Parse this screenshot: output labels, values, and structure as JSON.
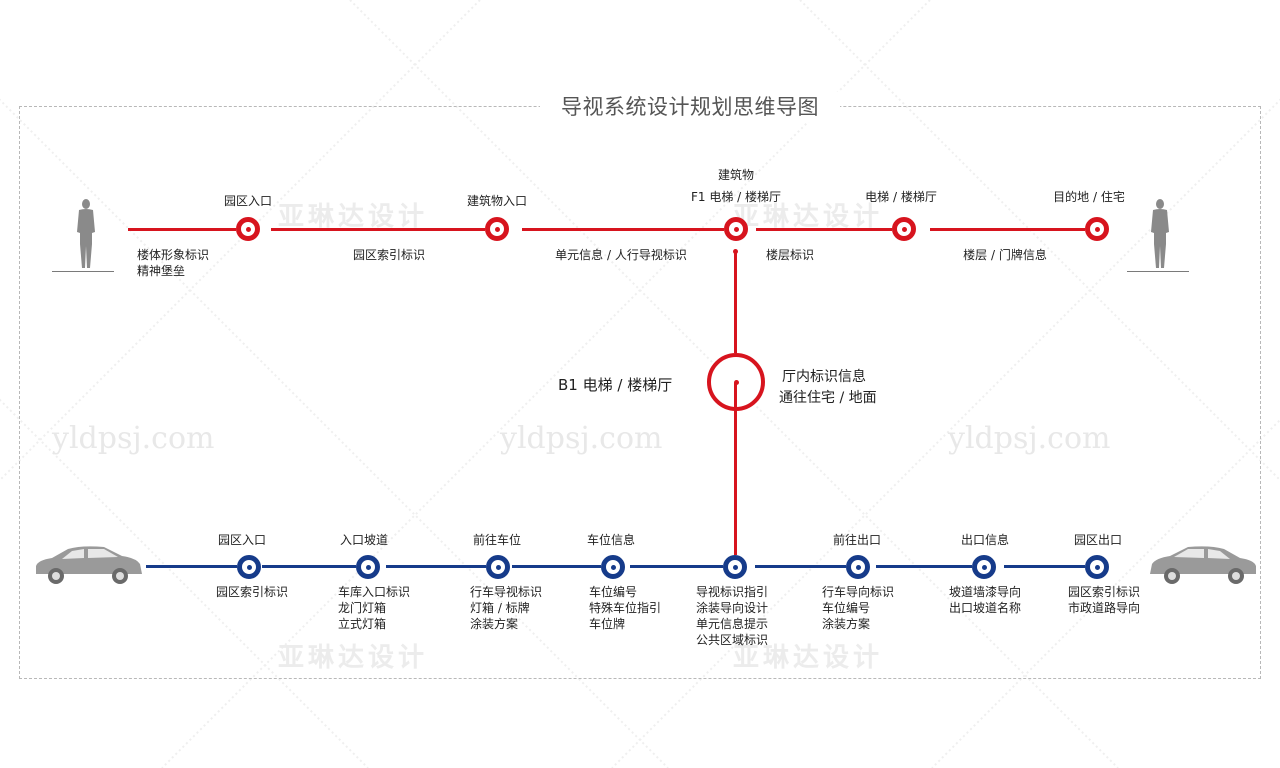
{
  "title": "导视系统设计规划思维导图",
  "colors": {
    "pedestrian_line": "#d7141e",
    "vehicle_line": "#163b8a",
    "text": "#222222",
    "frame": "#b8b8b8"
  },
  "watermarks": {
    "cn": [
      "亚琳达设计",
      "亚琳达设计",
      "亚琳达设计",
      "亚琳达设计"
    ],
    "en": [
      "yldpsj.com",
      "yldpsj.com",
      "yldpsj.com"
    ]
  },
  "pedestrian_flow": {
    "start_icon": "person-icon",
    "end_icon": "person-icon",
    "start_note": [
      "楼体形象标识",
      "精神堡垒"
    ],
    "nodes": [
      {
        "title": [
          "园区入口"
        ],
        "note": [
          "园区索引标识"
        ]
      },
      {
        "title": [
          "建筑物入口"
        ],
        "note": [
          "单元信息 / 人行导视标识"
        ]
      },
      {
        "title": [
          "建筑物",
          "F1 电梯 / 楼梯厅"
        ],
        "note": [
          "楼层标识"
        ]
      },
      {
        "title": [
          "电梯 / 楼梯厅"
        ],
        "note": [
          "楼层 / 门牌信息"
        ]
      },
      {
        "title": [
          "目的地 / 住宅"
        ],
        "note": []
      }
    ]
  },
  "connector": {
    "label": "B1 电梯 / 楼梯厅",
    "notes": [
      "厅内标识信息",
      "通往住宅 / 地面"
    ]
  },
  "vehicle_flow": {
    "start_icon": "car-icon",
    "end_icon": "car-icon",
    "nodes": [
      {
        "title": "园区入口",
        "notes": [
          "园区索引标识"
        ]
      },
      {
        "title": "入口坡道",
        "notes": [
          "车库入口标识",
          "龙门灯箱",
          "立式灯箱"
        ]
      },
      {
        "title": "前往车位",
        "notes": [
          "行车导视标识",
          "灯箱 / 标牌",
          "涂装方案"
        ]
      },
      {
        "title": "车位信息",
        "notes": [
          "车位编号",
          "特殊车位指引",
          "车位牌"
        ]
      },
      {
        "title": "",
        "notes": [
          "导视标识指引",
          "涂装导向设计",
          "单元信息提示",
          "公共区域标识"
        ]
      },
      {
        "title": "前往出口",
        "notes": [
          "行车导向标识",
          "车位编号",
          "涂装方案"
        ]
      },
      {
        "title": "出口信息",
        "notes": [
          "坡道墙漆导向",
          "出口坡道名称"
        ]
      },
      {
        "title": "园区出口",
        "notes": [
          "园区索引标识",
          "市政道路导向"
        ]
      }
    ]
  }
}
